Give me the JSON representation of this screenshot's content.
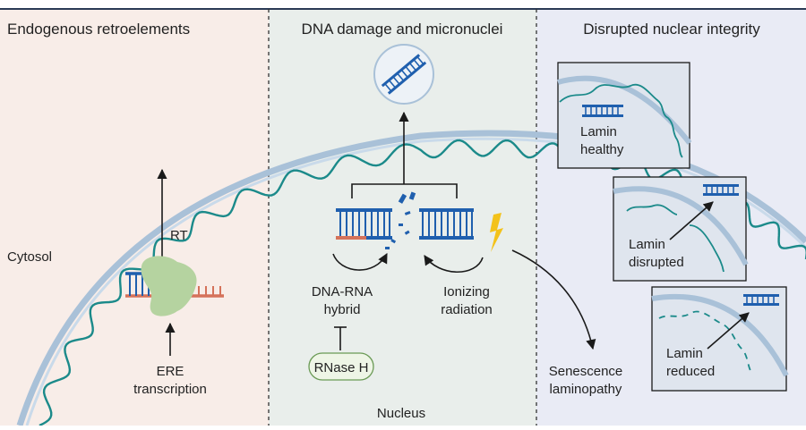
{
  "panels": [
    {
      "title": "Endogenous retroelements",
      "bg": "#f8ede8"
    },
    {
      "title": "DNA damage and micronuclei",
      "bg": "#e9eeeb"
    },
    {
      "title": "Disrupted nuclear integrity",
      "bg": "#e9ebf5"
    }
  ],
  "labels": {
    "cytosol": "Cytosol",
    "nucleus": "Nucleus",
    "rt": "RT",
    "ere_line1": "ERE",
    "ere_line2": "transcription",
    "hybrid_line1": "DNA-RNA",
    "hybrid_line2": "hybrid",
    "ionizing_line1": "Ionizing",
    "ionizing_line2": "radiation",
    "rnase": "RNase H",
    "senescence_line1": "Senescence",
    "senescence_line2": "laminopathy",
    "lamin_healthy_1": "Lamin",
    "lamin_healthy_2": "healthy",
    "lamin_disrupted_1": "Lamin",
    "lamin_disrupted_2": "disrupted",
    "lamin_reduced_1": "Lamin",
    "lamin_reduced_2": "reduced"
  },
  "colors": {
    "dna_blue": "#1f5fae",
    "rna_red": "#d5725a",
    "teal": "#1b8a8a",
    "membrane": "#a9c1d8",
    "enzyme": "#b5d3a0",
    "bolt": "#f3c21a",
    "rnase_bg": "#eef5e6"
  }
}
